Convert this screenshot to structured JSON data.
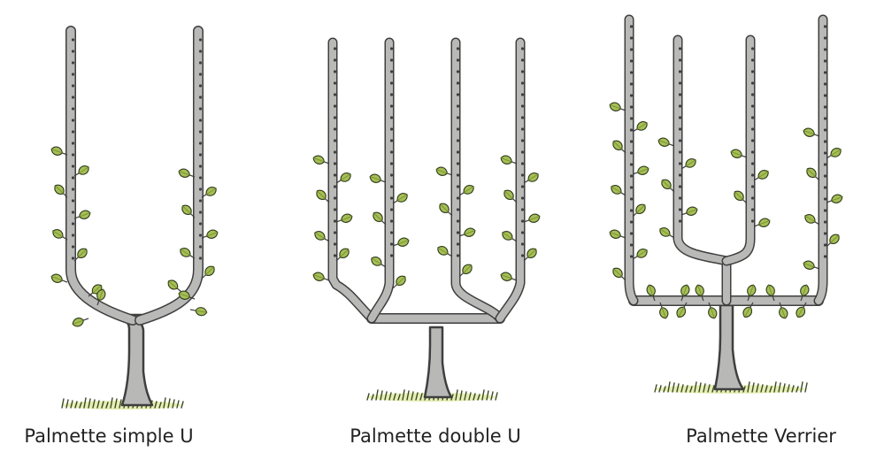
{
  "figures": [
    {
      "key": "simple-u",
      "caption": "Palmette simple U"
    },
    {
      "key": "double-u",
      "caption": "Palmette double U"
    },
    {
      "key": "verrier",
      "caption": "Palmette Verrier"
    }
  ],
  "colors": {
    "background": "#ffffff",
    "wood": "#b9bab8",
    "outline": "#3f3f3f",
    "leaf": "#a6bf55",
    "leaf_dark": "#6f8a2c",
    "caption": "#222222"
  }
}
